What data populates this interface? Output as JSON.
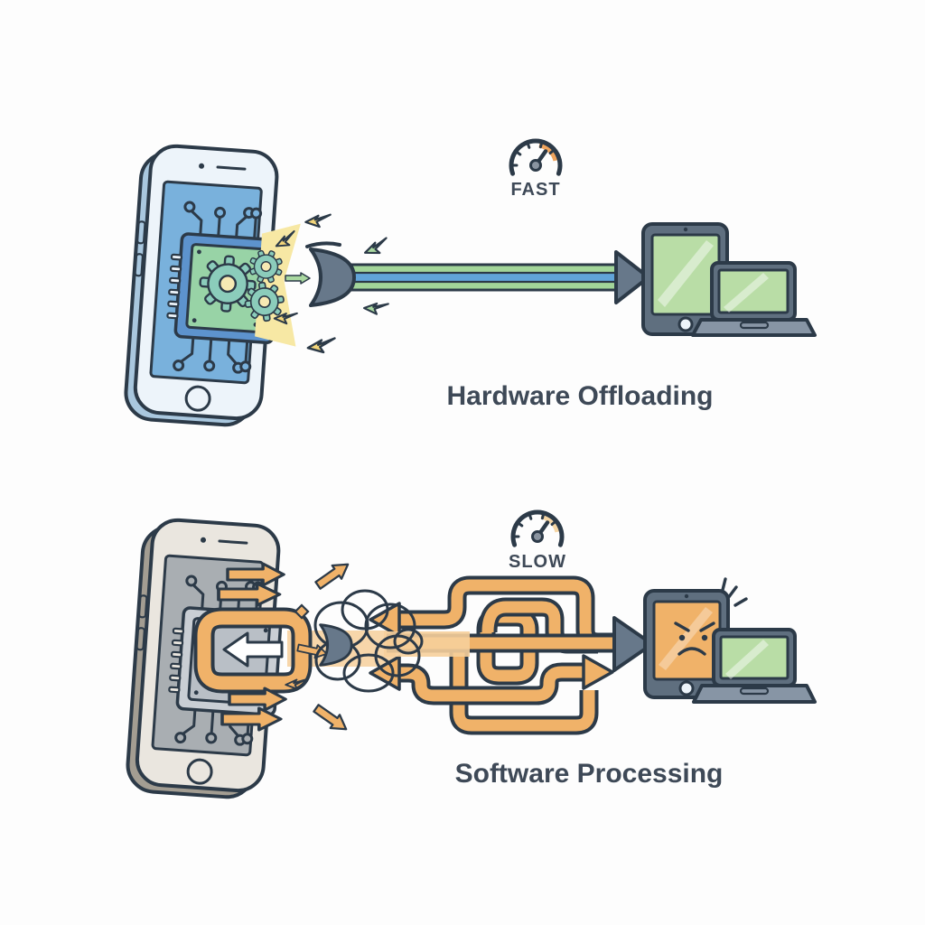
{
  "page": {
    "background": "#fdfdfd"
  },
  "fast_section": {
    "gauge_label": "FAST",
    "caption": "Hardware Offloading"
  },
  "slow_section": {
    "gauge_label": "SLOW",
    "caption": "Software Processing"
  },
  "icons": {
    "speedometer_fast": "semicircular gauge, needle high, orange arc",
    "speedometer_slow": "semicircular gauge, needle high, pale arc",
    "lightning_bolt": "zigzag energy flash",
    "gear": "cog wheel on processor chip",
    "cpu_chip": "processor on circuit board",
    "crescent_nose": "dark stream nozzle",
    "loop_arrow": "arrow looping back on itself",
    "tangle": "scribbled knot of loops",
    "angry_face": "frowning face on tablet screen",
    "stress_lines": "three radiating strain marks"
  },
  "colors": {
    "background": "#fdfdfd",
    "outline": "#2c3a48",
    "text": "#3e4957",
    "phone1_body": "#edf4fa",
    "phone1_side": "#a9c7de",
    "screen1": "#79b1dc",
    "chip_plate": "#5d93cd",
    "chip_face": "#98d3a6",
    "gear": "#8bccbb",
    "gear_center": "#f6e9b3",
    "beam": "#f7e8a4",
    "bolt_yellow": "#f2d57a",
    "bolt_green": "#a9d8a0",
    "stripe_green": "#a2d599",
    "stripe_blue": "#61a4d9",
    "slate": "#67788a",
    "device_frame": "#5f6f7f",
    "screen_green": "#b9dda6",
    "screen_orange": "#f0b269",
    "laptop_base": "#8795a5",
    "gauge_fast_arc": "#f0a55e",
    "gauge_slow_arc": "#f6d6a4",
    "pivot": "#8a94a0",
    "phone2_body": "#eae6df",
    "phone2_side": "#a39d92",
    "screen2": "#a9aeb2",
    "chip2_plate": "#c9ced4",
    "chip2_face": "#b9bfc6",
    "orange": "#f0b269",
    "orange_light": "#f6cf9b",
    "white": "#ffffff"
  }
}
